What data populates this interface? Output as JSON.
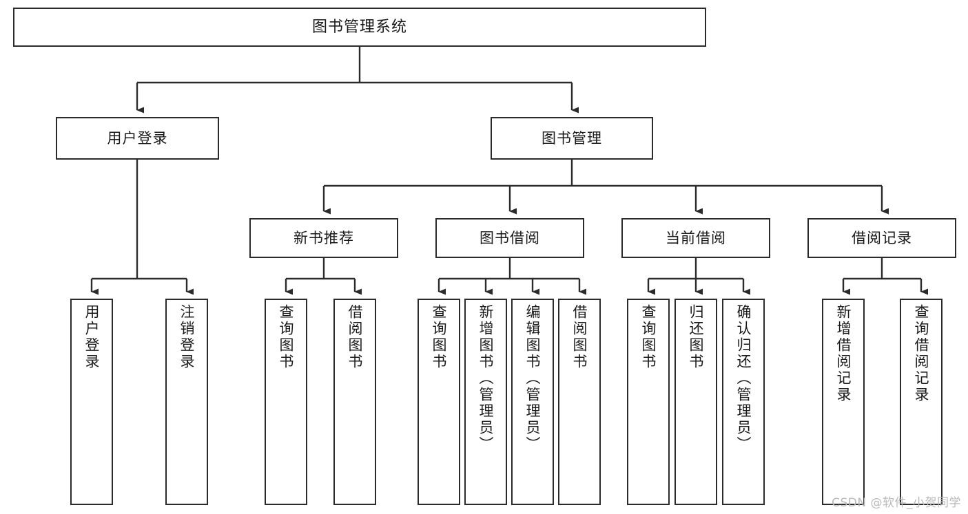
{
  "diagram": {
    "title": "图书管理系统",
    "type": "function-structure-tree",
    "watermark": "CSDN @软件_小贺同学",
    "colors": {
      "box_border": "#2b2b2b",
      "box_fill": "#ffffff",
      "connector": "#2b2b2b",
      "text": "#1a1a1a",
      "watermark": "#b9b9b9"
    },
    "root": {
      "label": "图书管理系统"
    },
    "level2": [
      {
        "label": "用户登录"
      },
      {
        "label": "图书管理"
      }
    ],
    "level3": [
      {
        "label": "新书推荐"
      },
      {
        "label": "图书借阅"
      },
      {
        "label": "当前借阅"
      },
      {
        "label": "借阅记录"
      }
    ],
    "leaves": {
      "user_login": [
        {
          "label": "用户登录"
        },
        {
          "label": "注销登录"
        }
      ],
      "new_book": [
        {
          "label": "查询图书"
        },
        {
          "label": "借阅图书"
        }
      ],
      "book_borrow": [
        {
          "label": "查询图书"
        },
        {
          "label": "新增图书（管理员）"
        },
        {
          "label": "编辑图书（管理员）"
        },
        {
          "label": "借阅图书"
        }
      ],
      "current_borrow": [
        {
          "label": "查询图书"
        },
        {
          "label": "归还图书"
        },
        {
          "label": "确认归还（管理员）"
        }
      ],
      "borrow_record": [
        {
          "label": "新增借阅记录"
        },
        {
          "label": "查询借阅记录"
        }
      ]
    }
  }
}
